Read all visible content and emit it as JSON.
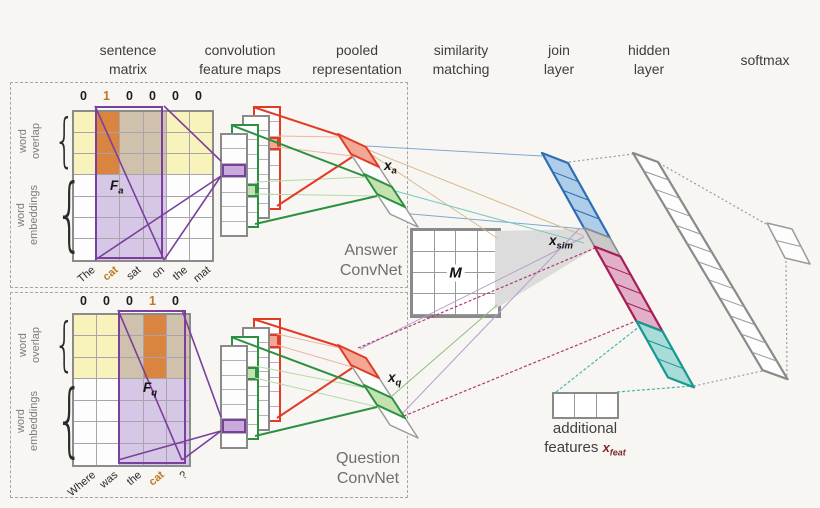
{
  "header": {
    "cols": [
      {
        "l1": "sentence",
        "l2": "matrix"
      },
      {
        "l1": "convolution",
        "l2": "feature maps"
      },
      {
        "l1": "pooled",
        "l2": "representation"
      },
      {
        "l1": "similarity",
        "l2": "matching"
      },
      {
        "l1": "join",
        "l2": "layer"
      },
      {
        "l1": "hidden",
        "l2": "layer"
      },
      {
        "l1": "softmax",
        "l2": ""
      }
    ]
  },
  "answer": {
    "digits": [
      "0",
      "1",
      "0",
      "0",
      "0",
      "0"
    ],
    "digit_hl": 1,
    "words": [
      "The",
      "cat",
      "sat",
      "on",
      "the",
      "mat"
    ],
    "word_hl": 1,
    "overlap": [
      "word",
      "overlap"
    ],
    "embeddings": [
      "word",
      "embeddings"
    ],
    "filter": "F",
    "filter_sub": "a",
    "pooled": "x",
    "pooled_sub": "a",
    "caption": [
      "Answer",
      "ConvNet"
    ]
  },
  "question": {
    "digits": [
      "0",
      "0",
      "0",
      "1",
      "0"
    ],
    "digit_hl": 3,
    "words": [
      "Where",
      "was",
      "the",
      "cat",
      "?"
    ],
    "word_hl": 3,
    "overlap": [
      "word",
      "overlap"
    ],
    "embeddings": [
      "word",
      "embeddings"
    ],
    "filter": "F",
    "filter_sub": "q",
    "pooled": "x",
    "pooled_sub": "q",
    "caption": [
      "Question",
      "ConvNet"
    ]
  },
  "similarity": {
    "matrix_label": "M",
    "sim": "x",
    "sim_sub": "sim"
  },
  "features": {
    "line1": "additional",
    "line2": "features",
    "label": "x",
    "label_sub": "feat"
  },
  "grids": {
    "answer": {
      "overlap_rows": 3,
      "embed_rows": 4,
      "overlap_row": [
        "y",
        "o",
        "t",
        "t",
        "y",
        "y"
      ],
      "embed_row": [
        "w",
        "l",
        "l",
        "l",
        "w",
        "w"
      ]
    },
    "question": {
      "overlap_rows": 3,
      "embed_rows": 4,
      "overlap_row": [
        "y",
        "y",
        "t",
        "o",
        "t"
      ],
      "embed_row": [
        "w",
        "w",
        "l",
        "l",
        "l"
      ]
    }
  },
  "colors": {
    "yellow": "#f7f3bb",
    "orange": "#d9853f",
    "tan": "#cfc1ab",
    "lavender": "#d7c7e6",
    "purple": "#7b3f9d",
    "purple_fill": "#c9aadc",
    "red": "#e23b25",
    "salmon": "#f3a795",
    "green": "#2c9040",
    "green_fill": "#c3e2ae",
    "blue": "#2e6db4",
    "blue_fill": "#aecde9",
    "magenta": "#a81d55",
    "magenta_fill": "#e2afc9",
    "teal": "#16998f",
    "teal_fill": "#a9dcd8",
    "gray_cell": "#c9c9c9",
    "highlight_text": "#c07820"
  }
}
